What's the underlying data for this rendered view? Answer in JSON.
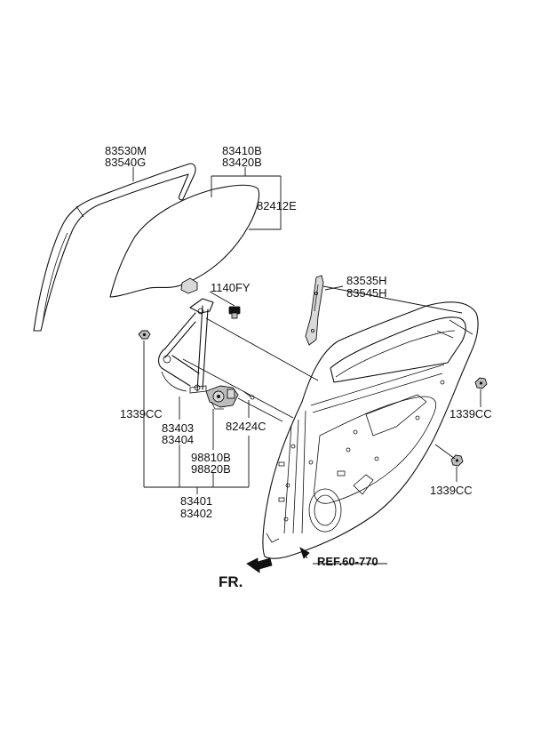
{
  "labels": {
    "seal_a": "83530M",
    "seal_b": "83540G",
    "glass_a": "83410B",
    "glass_b": "83420B",
    "glass_clip": "82412E",
    "bolt": "1140FY",
    "channel_a": "83535H",
    "channel_b": "83545H",
    "nut_left": "1339CC",
    "nut_right": "1339CC",
    "nut_bottom": "1339CC",
    "regulator_a": "83403",
    "regulator_b": "83404",
    "clip": "82424C",
    "motor_a": "98810B",
    "motor_b": "98820B",
    "assembly_a": "83401",
    "assembly_b": "83402",
    "ref": "REF.60-770",
    "front": "FR."
  }
}
